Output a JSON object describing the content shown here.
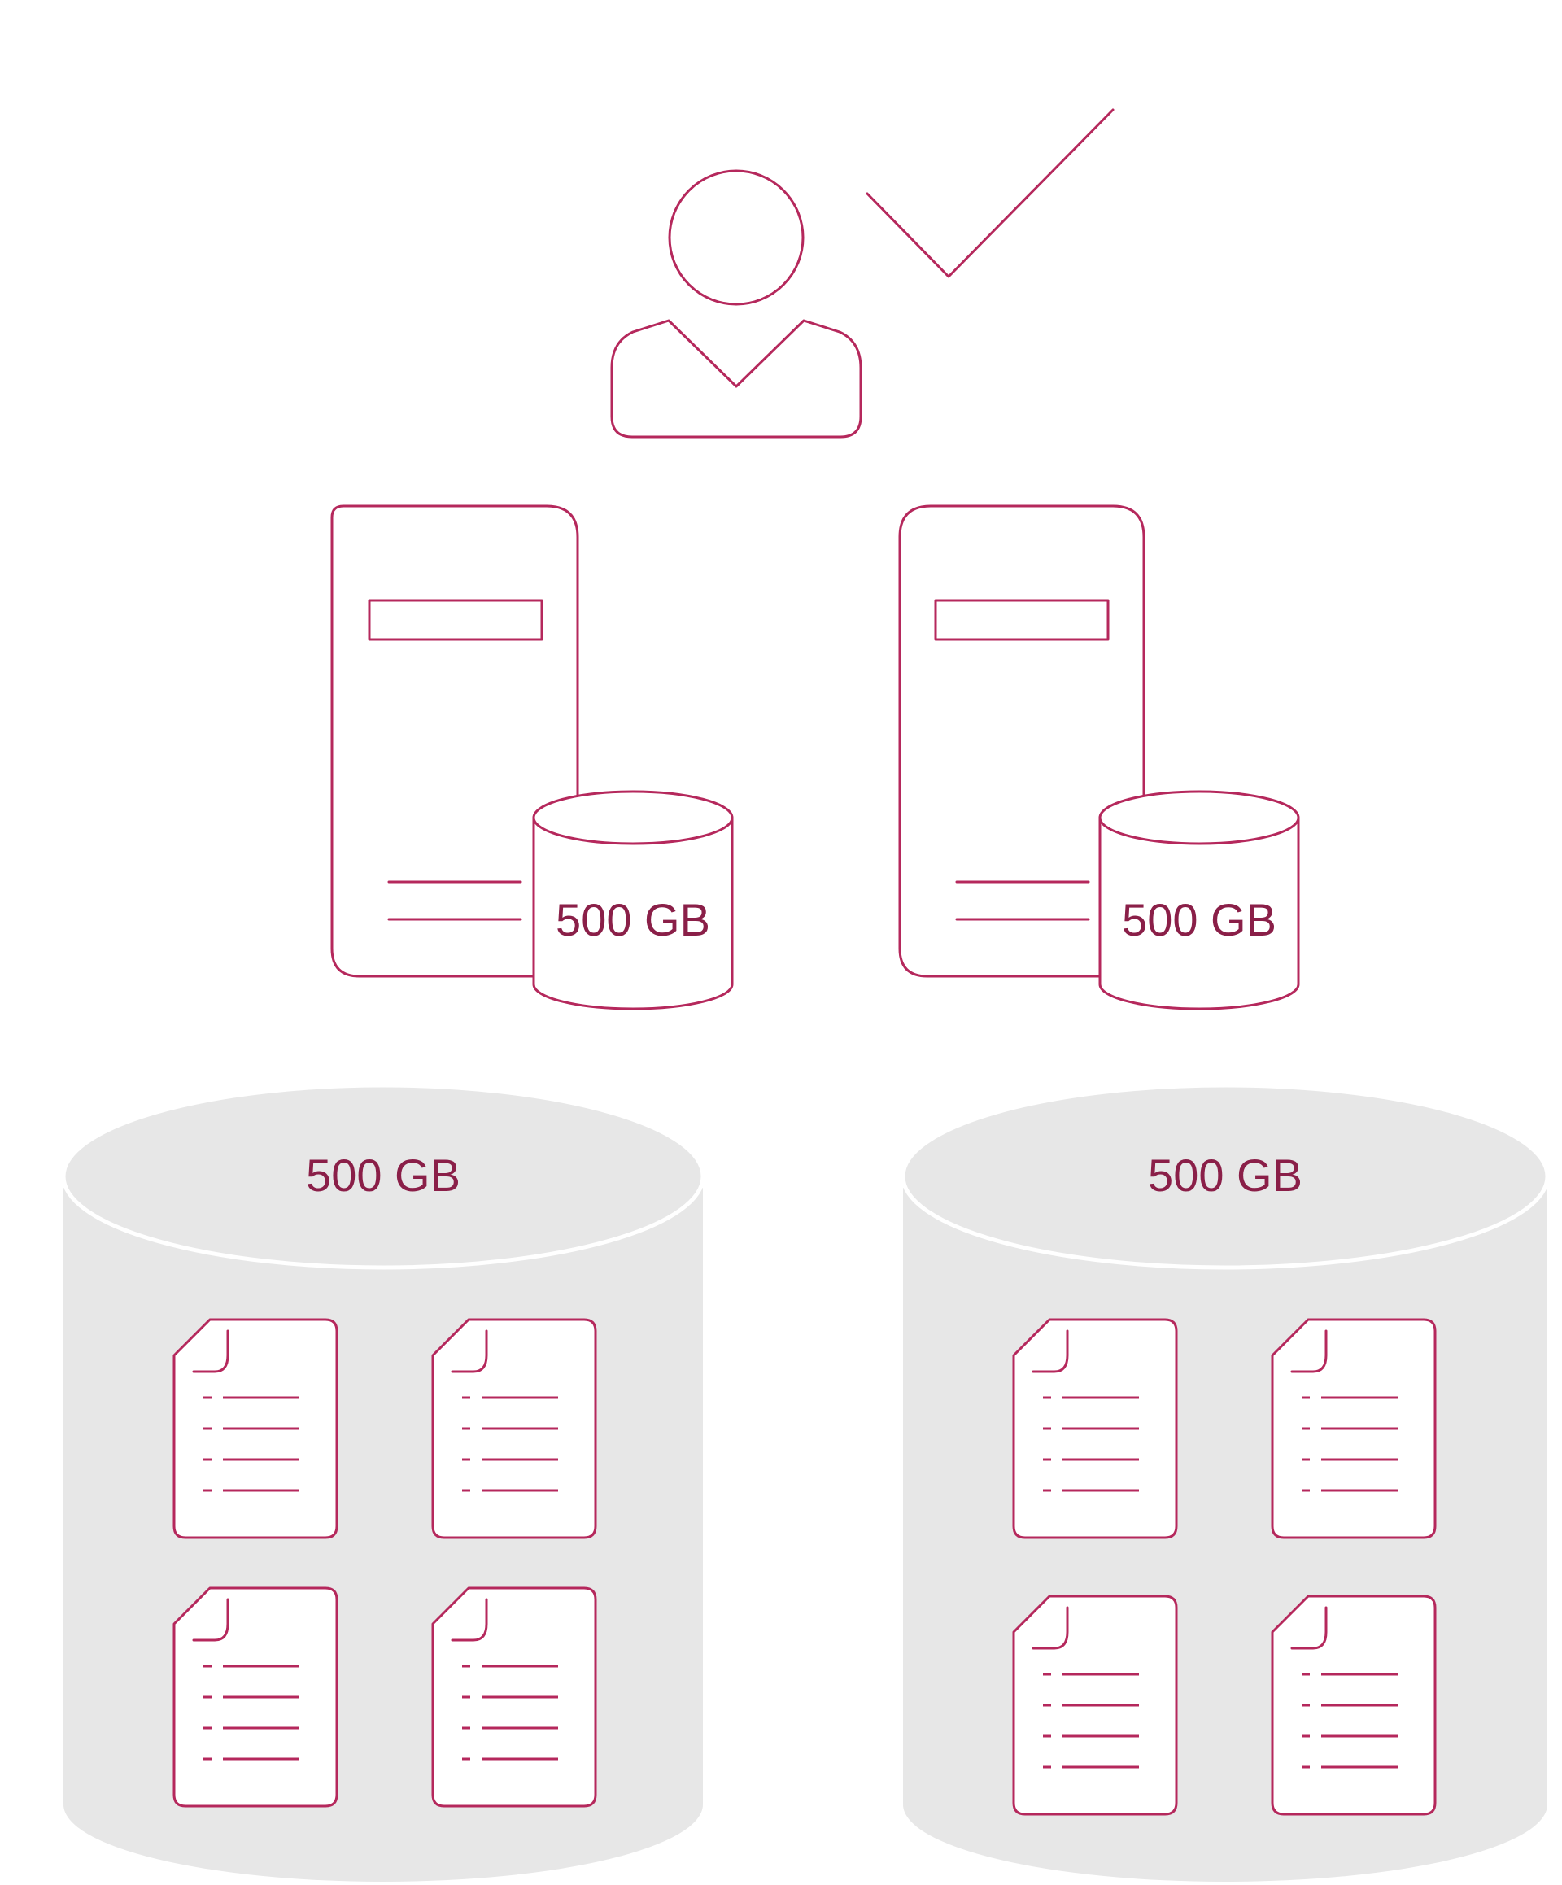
{
  "colors": {
    "line": "#b5285c",
    "text": "#8a1f48",
    "storage_fill": "#e7e7e7",
    "background": "#ffffff"
  },
  "icons": {
    "user": "user-icon",
    "check": "checkmark-icon",
    "server": "server-icon",
    "disk": "disk-cylinder-icon",
    "storage": "storage-cylinder-icon",
    "document": "document-icon"
  },
  "servers": [
    {
      "capacity_label": "500 GB"
    },
    {
      "capacity_label": "500 GB"
    }
  ],
  "storage_pools": [
    {
      "capacity_label": "500 GB",
      "document_count": 4
    },
    {
      "capacity_label": "500 GB",
      "document_count": 4
    }
  ]
}
